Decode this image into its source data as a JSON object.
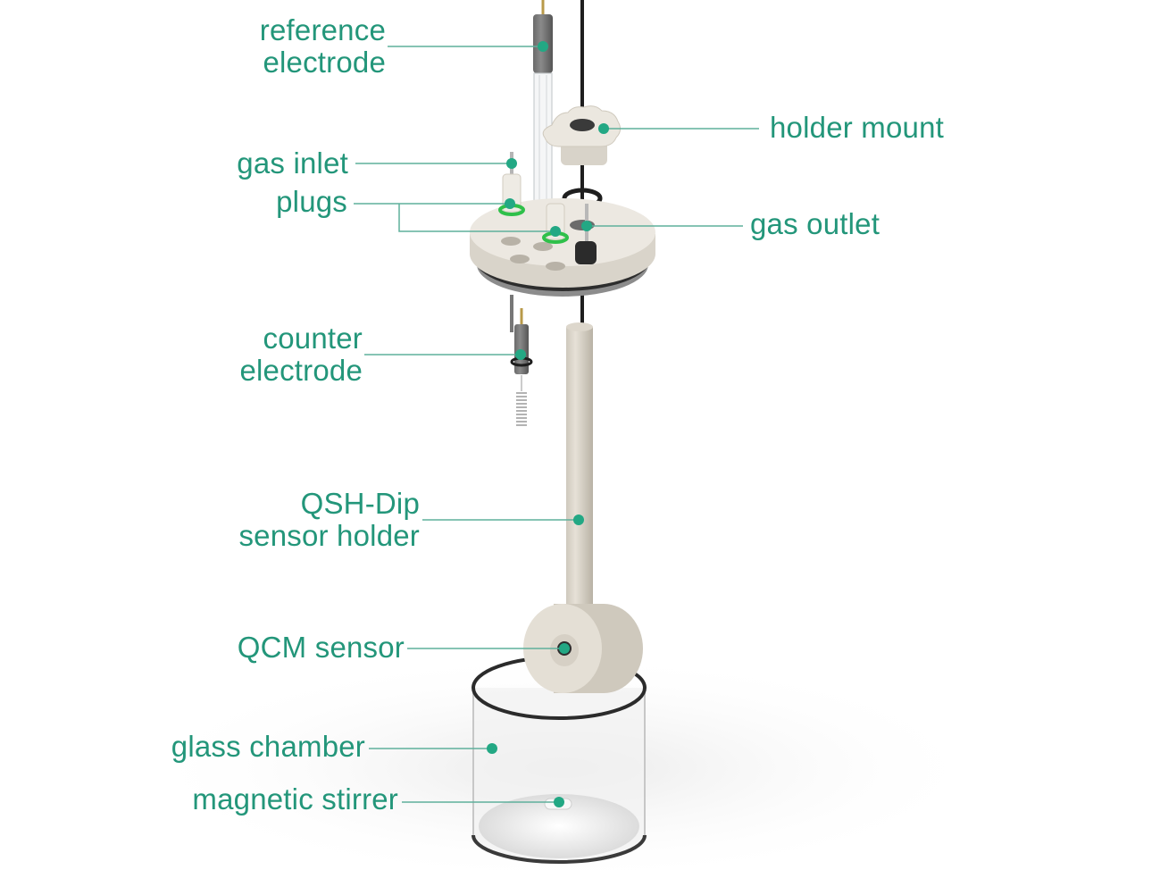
{
  "diagram": {
    "accent_color": "#23967a",
    "leader_color": "#5fb09c",
    "callouts": [
      {
        "id": "reference-electrode",
        "lines": [
          "reference",
          "electrode"
        ]
      },
      {
        "id": "holder-mount",
        "lines": [
          "holder mount"
        ]
      },
      {
        "id": "gas-inlet",
        "lines": [
          "gas inlet"
        ]
      },
      {
        "id": "plugs",
        "lines": [
          "plugs"
        ]
      },
      {
        "id": "gas-outlet",
        "lines": [
          "gas outlet"
        ]
      },
      {
        "id": "counter-electrode",
        "lines": [
          "counter",
          "electrode"
        ]
      },
      {
        "id": "qsh-dip-sensor-holder",
        "lines": [
          "QSH-Dip",
          "sensor holder"
        ]
      },
      {
        "id": "qcm-sensor",
        "lines": [
          "QCM sensor"
        ]
      },
      {
        "id": "glass-chamber",
        "lines": [
          "glass chamber"
        ]
      },
      {
        "id": "magnetic-stirrer",
        "lines": [
          "magnetic stirrer"
        ]
      }
    ]
  }
}
